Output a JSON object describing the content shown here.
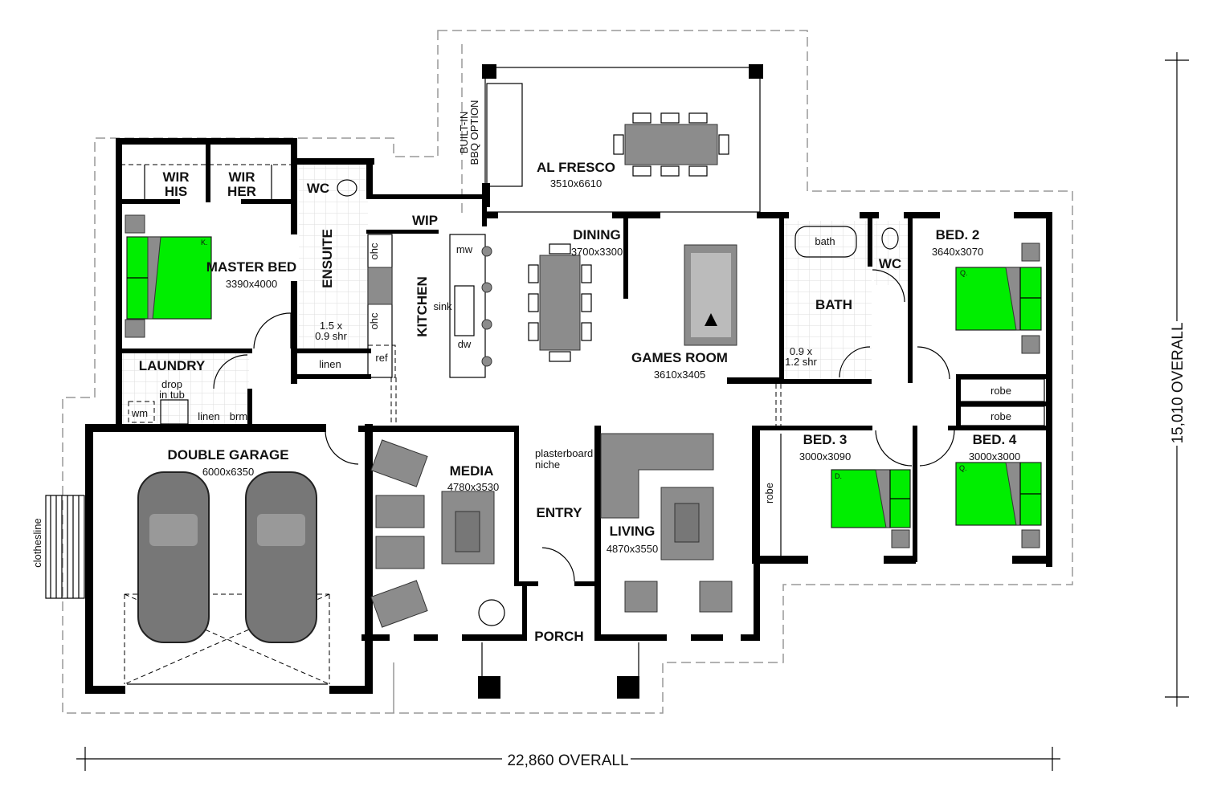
{
  "plan": {
    "overall_width": "22,860 OVERALL",
    "overall_depth": "15,010 OVERALL",
    "rooms": {
      "alfresco": {
        "name": "AL FRESCO",
        "size": "3510x6610"
      },
      "bbq": {
        "line1": "BUILT-IN",
        "line2": "BBQ OPTION"
      },
      "wir_his": {
        "line1": "WIR",
        "line2": "HIS"
      },
      "wir_her": {
        "line1": "WIR",
        "line2": "HER"
      },
      "ensuite_wc": "WC",
      "ensuite": "ENSUITE",
      "ensuite_shower": {
        "line1": "1.5 x",
        "line2": "0.9 shr"
      },
      "master_bed": {
        "name": "MASTER BED",
        "size": "3390x4000",
        "bed_tag": "K."
      },
      "hall_linen": "linen",
      "laundry": {
        "name": "LAUNDRY",
        "tub1": "drop",
        "tub2": "in tub",
        "wm": "wm",
        "linen": "linen",
        "brm": "brm"
      },
      "wip": "WIP",
      "kitchen": {
        "name": "KITCHEN",
        "ohc1": "ohc",
        "ohc2": "ohc",
        "ref": "ref",
        "mw": "mw",
        "sink": "sink",
        "dw": "dw"
      },
      "dining": {
        "name": "DINING",
        "size": "3700x3300"
      },
      "games_room": {
        "name": "GAMES ROOM",
        "size": "3610x3405"
      },
      "bath": {
        "name": "BATH",
        "tub": "bath",
        "shower1": "0.9 x",
        "shower2": "1.2 shr"
      },
      "wc": "WC",
      "bed2": {
        "name": "BED. 2",
        "size": "3640x3070",
        "bed_tag": "Q.",
        "robe": "robe"
      },
      "bed3": {
        "name": "BED. 3",
        "size": "3000x3090",
        "bed_tag": "D.",
        "robe": "robe"
      },
      "bed4": {
        "name": "BED. 4",
        "size": "3000x3000",
        "bed_tag": "Q.",
        "robe": "robe"
      },
      "garage": {
        "name": "DOUBLE GARAGE",
        "size": "6000x6350"
      },
      "clothesline": "clothesline",
      "media": {
        "name": "MEDIA",
        "size": "4780x3530"
      },
      "niche": {
        "line1": "plasterboard",
        "line2": "niche"
      },
      "entry": "ENTRY",
      "living": {
        "name": "LIVING",
        "size": "4870x3550"
      },
      "porch": "PORCH"
    }
  },
  "colors": {
    "bed": "#00ee00",
    "furniture": "#8c8c8c",
    "wall": "#000000"
  }
}
